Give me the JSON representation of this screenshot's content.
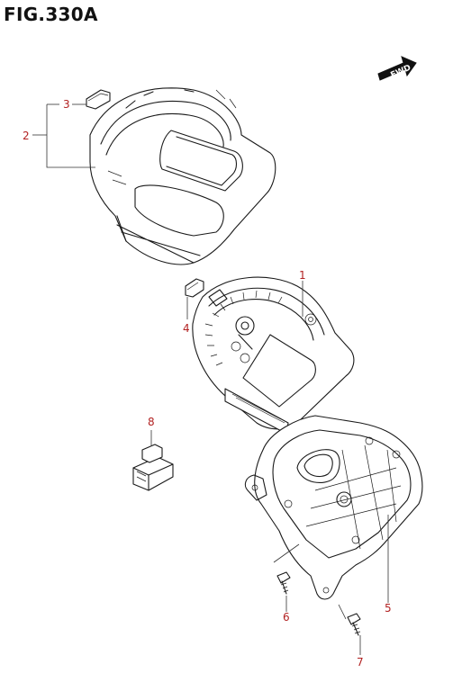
{
  "figure": {
    "title": "FIG.330A",
    "direction_badge": "FWD"
  },
  "callouts": [
    {
      "id": "1",
      "label": "1"
    },
    {
      "id": "2",
      "label": "2"
    },
    {
      "id": "3",
      "label": "3"
    },
    {
      "id": "4",
      "label": "4"
    },
    {
      "id": "5",
      "label": "5"
    },
    {
      "id": "6",
      "label": "6"
    },
    {
      "id": "7",
      "label": "7"
    },
    {
      "id": "8",
      "label": "8"
    }
  ],
  "colors": {
    "callout_text": "#b22222",
    "line_art": "#1a1a1a",
    "background": "#ffffff"
  }
}
